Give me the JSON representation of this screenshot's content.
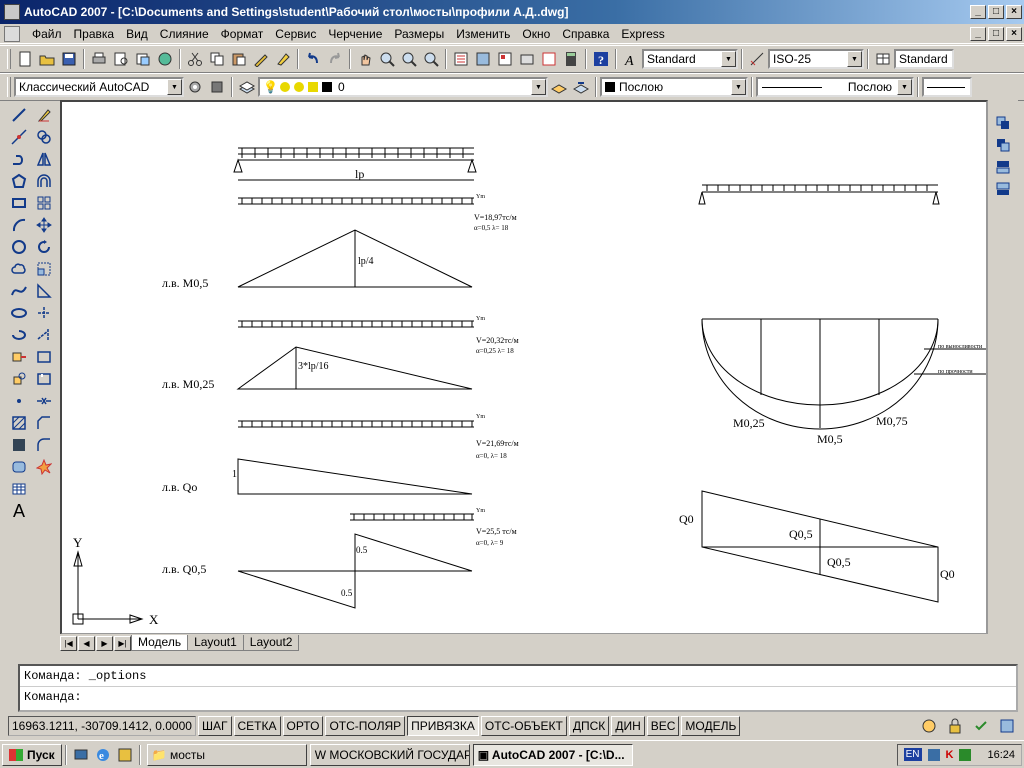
{
  "window": {
    "title": "AutoCAD 2007 - [C:\\Documents and Settings\\student\\Рабочий стол\\мосты\\профили А.Д..dwg]",
    "min": "_",
    "max": "□",
    "close": "×"
  },
  "menu": [
    "Файл",
    "Правка",
    "Вид",
    "Слияние",
    "Формат",
    "Сервис",
    "Черчение",
    "Размеры",
    "Изменить",
    "Окно",
    "Справка",
    "Express"
  ],
  "toolbar": {
    "text_style": "Standard",
    "dim_style": "ISO-25",
    "table_style": "Standard",
    "workspace": "Классический AutoCAD",
    "layer": "0",
    "color": "Послою",
    "linetype": "Послою"
  },
  "drawing": {
    "label_m05": "л.в. М0,5",
    "label_m025": "л.в. М0,25",
    "label_qo": "л.в. Qo",
    "label_q05": "л.в. Q0,5",
    "lp": "lp",
    "lp4": "lp/4",
    "lp316": "3*lp/16",
    "one": "1",
    "half_top": "0.5",
    "half_bot": "0.5",
    "v1": "V=18,97тс/м",
    "v1b": "α=0,5  λ= 18",
    "v2": "V=20,32тс/м",
    "v2b": "α=0,25  λ= 18",
    "v3": "V=21,69тс/м",
    "v3b": "α=0,  λ= 18",
    "v4": "V=25,5 тс/м",
    "v4b": "α=0,  λ= 9",
    "ym": "Ym",
    "m025": "М0,25",
    "m05": "М0,5",
    "m075": "М0,75",
    "q0_left": "Q0",
    "q05_upper": "Q0,5",
    "q05_lower": "Q0,5",
    "q0_right": "Q0",
    "ann_upper": "по выносливости",
    "ann_lower": "по прочности",
    "axis_y": "Y",
    "axis_x": "X"
  },
  "tabs": [
    "Модель",
    "Layout1",
    "Layout2"
  ],
  "command": {
    "line1": "Команда: _options",
    "line2": "Команда:"
  },
  "status": {
    "coords": "16963.1211, -30709.1412, 0.0000",
    "buttons": [
      "ШАГ",
      "СЕТКА",
      "ОРТО",
      "ОТС-ПОЛЯР",
      "ПРИВЯЗКА",
      "ОТС-ОБЪЕКТ",
      "ДПСК",
      "ДИН",
      "ВЕС",
      "МОДЕЛЬ"
    ]
  },
  "taskbar": {
    "start": "Пуск",
    "tasks": [
      "мосты",
      "МОСКОВСКИЙ ГОСУДАР...",
      "AutoCAD 2007 - [C:\\D..."
    ],
    "lang": "EN",
    "clock": "16:24"
  }
}
